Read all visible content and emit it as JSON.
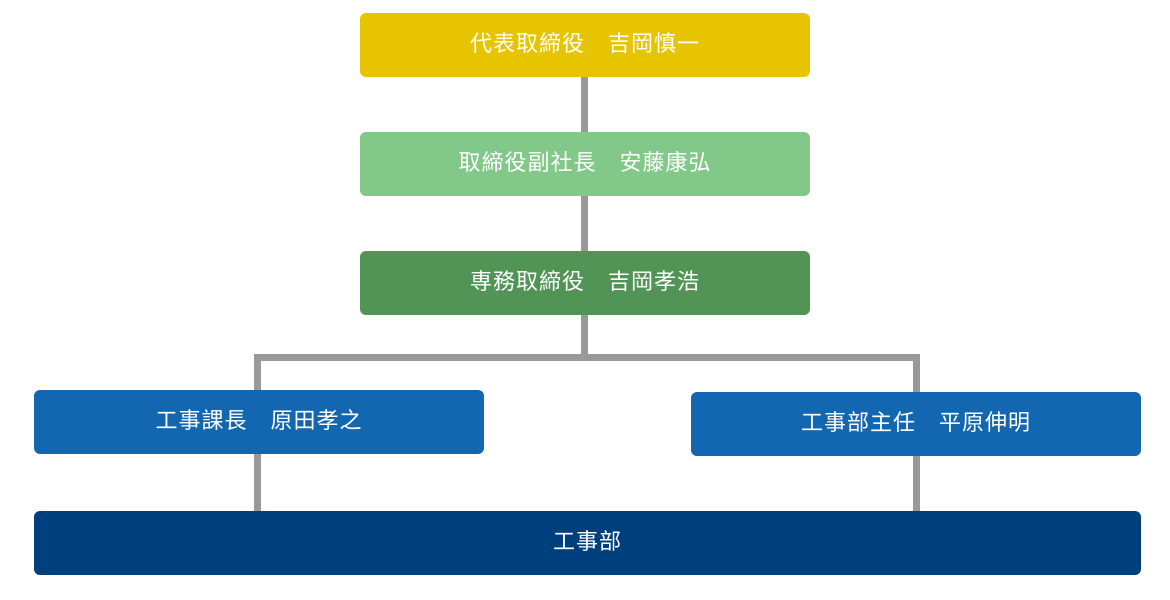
{
  "org_chart": {
    "ceo": {
      "label": "代表取締役　吉岡慎一",
      "color": "#e6c400"
    },
    "vice_president": {
      "label": "取締役副社長　安藤康弘",
      "color": "#82c889"
    },
    "managing_director": {
      "label": "専務取締役　吉岡孝浩",
      "color": "#519456"
    },
    "construction_manager": {
      "label": "工事課長　原田孝之",
      "color": "#1367b0"
    },
    "construction_chief": {
      "label": "工事部主任　平原伸明",
      "color": "#1367b0"
    },
    "construction_dept": {
      "label": "工事部",
      "color": "#003f7d"
    },
    "connector_color": "#999999"
  }
}
